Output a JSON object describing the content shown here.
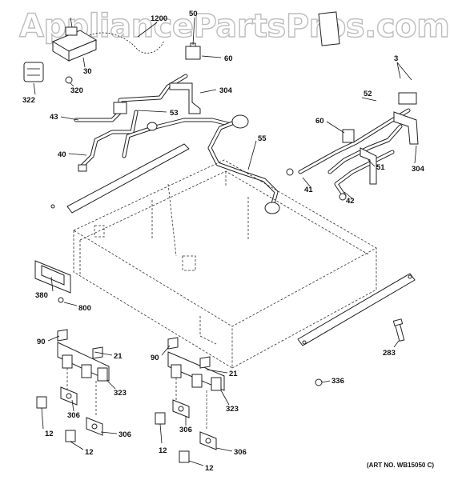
{
  "watermark": "AppliancePartsPros.com",
  "art_number": "(ART NO. WB15050 C)",
  "callouts": [
    "1200",
    "50",
    "30",
    "320",
    "322",
    "60",
    "304",
    "53",
    "43",
    "40",
    "3",
    "52",
    "60",
    "55",
    "41",
    "42",
    "51",
    "304",
    "380",
    "800",
    "90",
    "21",
    "323",
    "306",
    "12",
    "306",
    "12",
    "90",
    "21",
    "323",
    "306",
    "12",
    "306",
    "12",
    "336",
    "283"
  ]
}
